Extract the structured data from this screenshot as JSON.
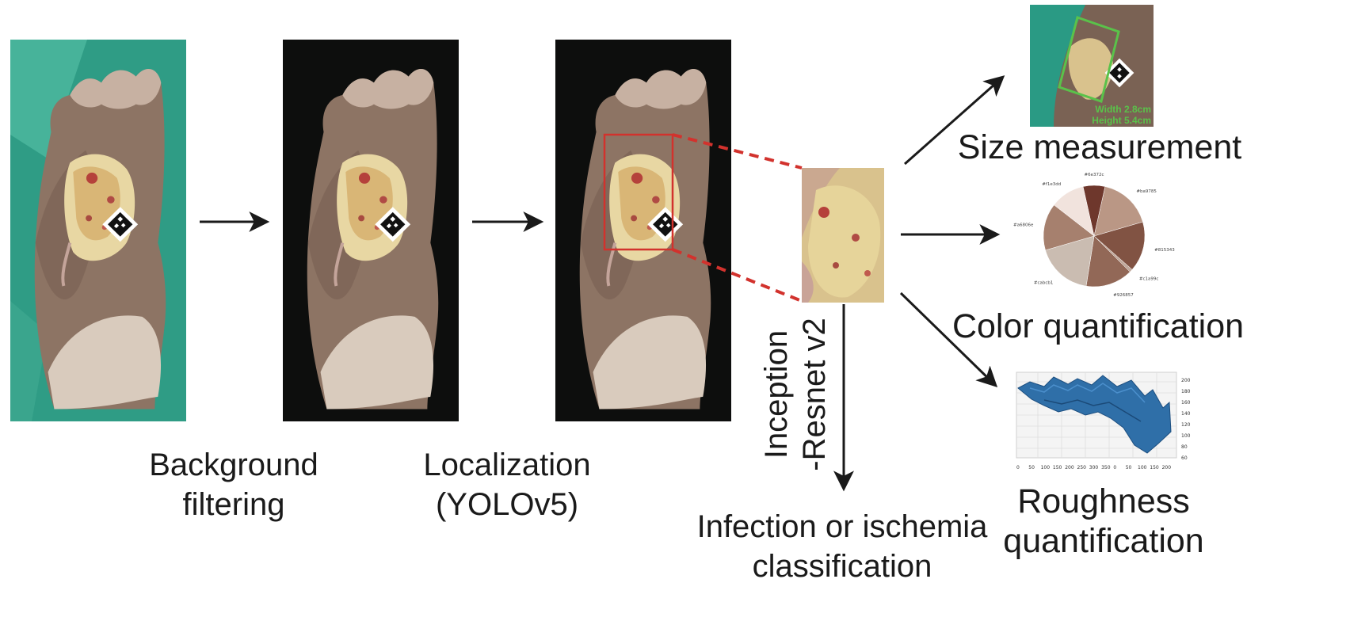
{
  "steps": {
    "background_filtering": [
      "Background",
      "filtering"
    ],
    "localization": [
      "Localization",
      "(YOLOv5)"
    ],
    "model": [
      "Inception",
      "-Resnet v2"
    ]
  },
  "outputs": {
    "size": "Size measurement",
    "color": "Color quantification",
    "roughness": [
      "Roughness",
      "quantification"
    ],
    "classification": [
      "Infection or ischemia",
      "classification"
    ]
  },
  "size_readout": {
    "width": "Width 2.8cm",
    "height": "Height 5.4cm"
  },
  "color_pie": {
    "labels": [
      "#6e372c",
      "#ba9785",
      "#815343",
      "#c1a99c",
      "#926857",
      "#cabcb1",
      "#a6806e",
      "#f1e3dd"
    ],
    "values": [
      7,
      17,
      16,
      1,
      15,
      18,
      15,
      11
    ]
  },
  "roughness_axes": {
    "z_ticks": [
      "200",
      "180",
      "160",
      "140",
      "120",
      "100",
      "80",
      "60"
    ],
    "x_ticks": [
      "0",
      "50",
      "100",
      "150",
      "200",
      "250",
      "300",
      "350"
    ],
    "y_ticks": [
      "0",
      "50",
      "100",
      "150",
      "200"
    ]
  }
}
